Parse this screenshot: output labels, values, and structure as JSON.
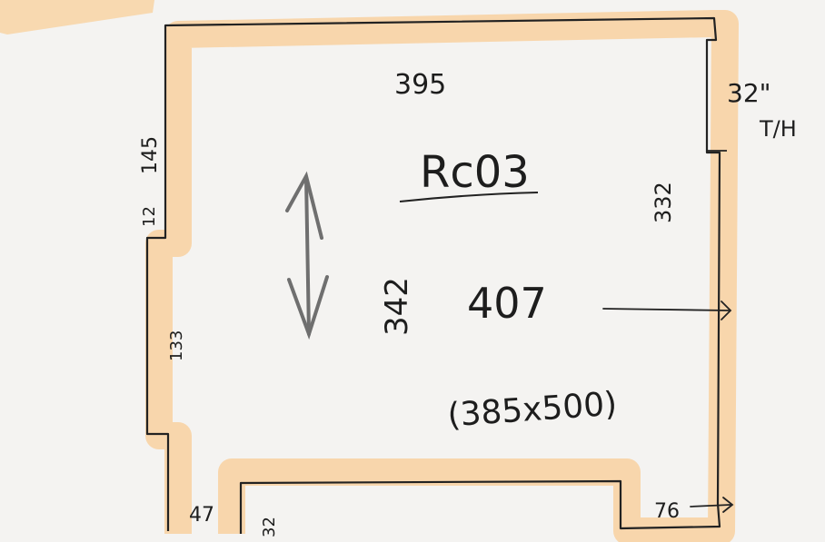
{
  "diagram": {
    "dimensions": {
      "top_width": "395",
      "left_upper": "145",
      "left_step": "12",
      "left_lower": "133",
      "right_upper": "32\"",
      "right_note": "T/H",
      "right_middle": "332",
      "vertical_center": "342",
      "bottom_left_step": "47",
      "bottom_left_drop": "32",
      "bottom_right_step": "76"
    },
    "room_label": "Rc03",
    "center_value": "407",
    "size_note": "(385x500)"
  },
  "colors": {
    "highlighter": "#f8d3a4",
    "pencil": "#222222",
    "paper": "#f4f3f1",
    "arrow_gray": "#6f6f6f"
  }
}
